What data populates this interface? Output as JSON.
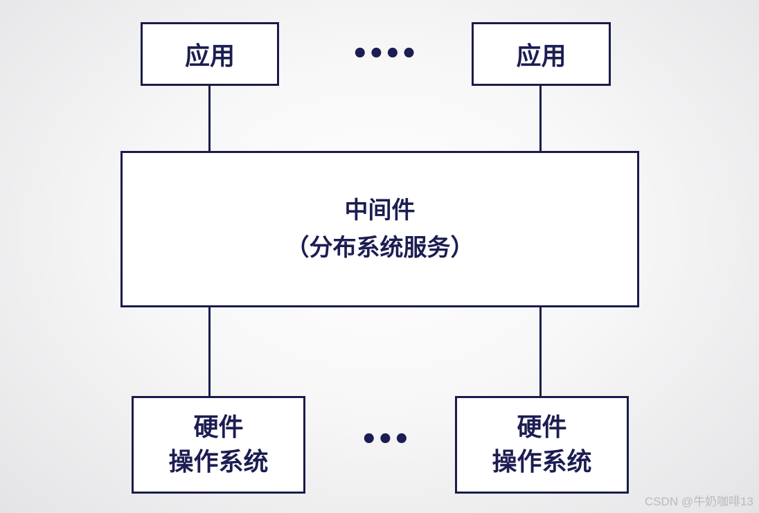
{
  "diagram": {
    "applications": [
      {
        "label": "应用"
      },
      {
        "label": "应用"
      }
    ],
    "top_ellipsis": "••••",
    "middleware": {
      "title": "中间件",
      "subtitle": "（分布系统服务）"
    },
    "platforms": [
      {
        "line1": "硬件",
        "line2": "操作系统"
      },
      {
        "line1": "硬件",
        "line2": "操作系统"
      }
    ],
    "bottom_ellipsis": "•••"
  },
  "watermark": "CSDN @牛奶咖啡13",
  "colors": {
    "border": "#1a1b4a",
    "text": "#1c1d52",
    "box_fill": "#ffffff"
  }
}
